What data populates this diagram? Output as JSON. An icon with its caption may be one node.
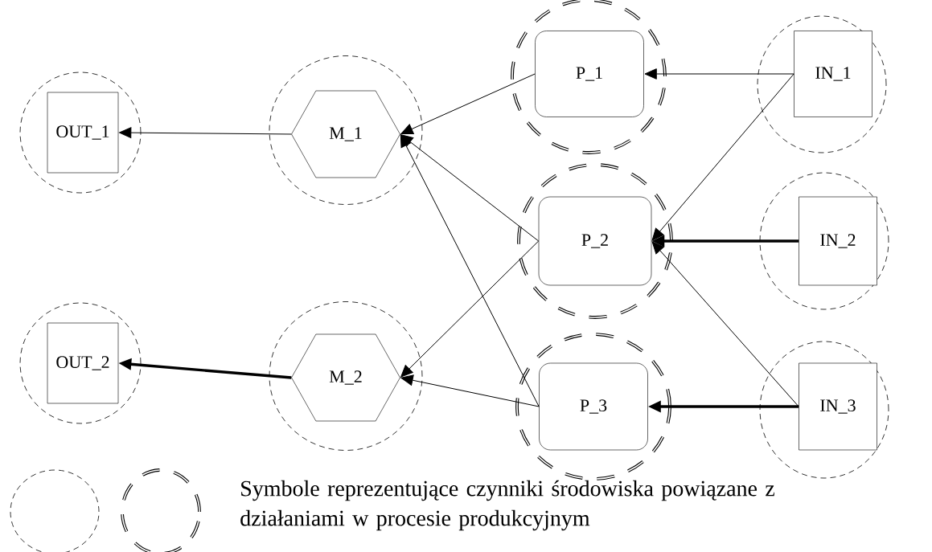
{
  "diagram": {
    "nodes": [
      {
        "text": [],
        "shape": "circle"
      },
      {
        "text": [
          "OUT_1"
        ],
        "in": 0
      },
      {
        "text": [],
        "shape": "circle"
      },
      {
        "text": [
          "M_1"
        ],
        "in": 2
      },
      {
        "text": [],
        "shape": "circle"
      },
      {
        "text": [
          "P_1"
        ],
        "in": 4
      },
      {
        "text": [],
        "shape": "circle"
      },
      {
        "text": [
          "IN_1"
        ],
        "in": 6
      },
      {
        "text": [],
        "shape": "circle"
      },
      {
        "text": [
          "P_2"
        ],
        "in": 8
      },
      {
        "text": [],
        "shape": "circle"
      },
      {
        "text": [
          "IN_2"
        ],
        "in": 10
      },
      {
        "text": [],
        "shape": "circle"
      },
      {
        "text": [
          "OUT_2"
        ],
        "in": 12
      },
      {
        "text": [],
        "shape": "circle"
      },
      {
        "text": [
          "M_2"
        ],
        "in": 14
      },
      {
        "text": [],
        "shape": "circle"
      },
      {
        "text": [
          "P_3"
        ],
        "in": 16
      },
      {
        "text": [],
        "shape": "circle"
      },
      {
        "text": [
          "IN_3"
        ],
        "in": 18
      }
    ],
    "edges": [
      {
        "from": 3,
        "to": 1,
        "arrow": "to"
      },
      {
        "from": 5,
        "to": 3,
        "arrow": "to"
      },
      {
        "from": 9,
        "to": 3,
        "arrow": "to"
      },
      {
        "from": 17,
        "to": 3,
        "arrow": "to"
      },
      {
        "from": 7,
        "to": 5,
        "arrow": "to"
      },
      {
        "from": 7,
        "to": 9,
        "arrow": "to"
      },
      {
        "from": 11,
        "to": 9,
        "arrow": "to",
        "style": "thick"
      },
      {
        "from": 19,
        "to": 9,
        "arrow": "to"
      },
      {
        "from": 15,
        "to": 13,
        "arrow": "to",
        "style": "thick"
      },
      {
        "from": 9,
        "to": 15,
        "arrow": "to"
      },
      {
        "from": 17,
        "to": 15,
        "arrow": "to"
      },
      {
        "from": 19,
        "to": 17,
        "arrow": "to",
        "style": "thick"
      }
    ],
    "legend": [
      {
        "text": "Symbole reprezentujące czynniki środowiska powiązane z działaniami w procesie produkcyjnym"
      }
    ]
  }
}
